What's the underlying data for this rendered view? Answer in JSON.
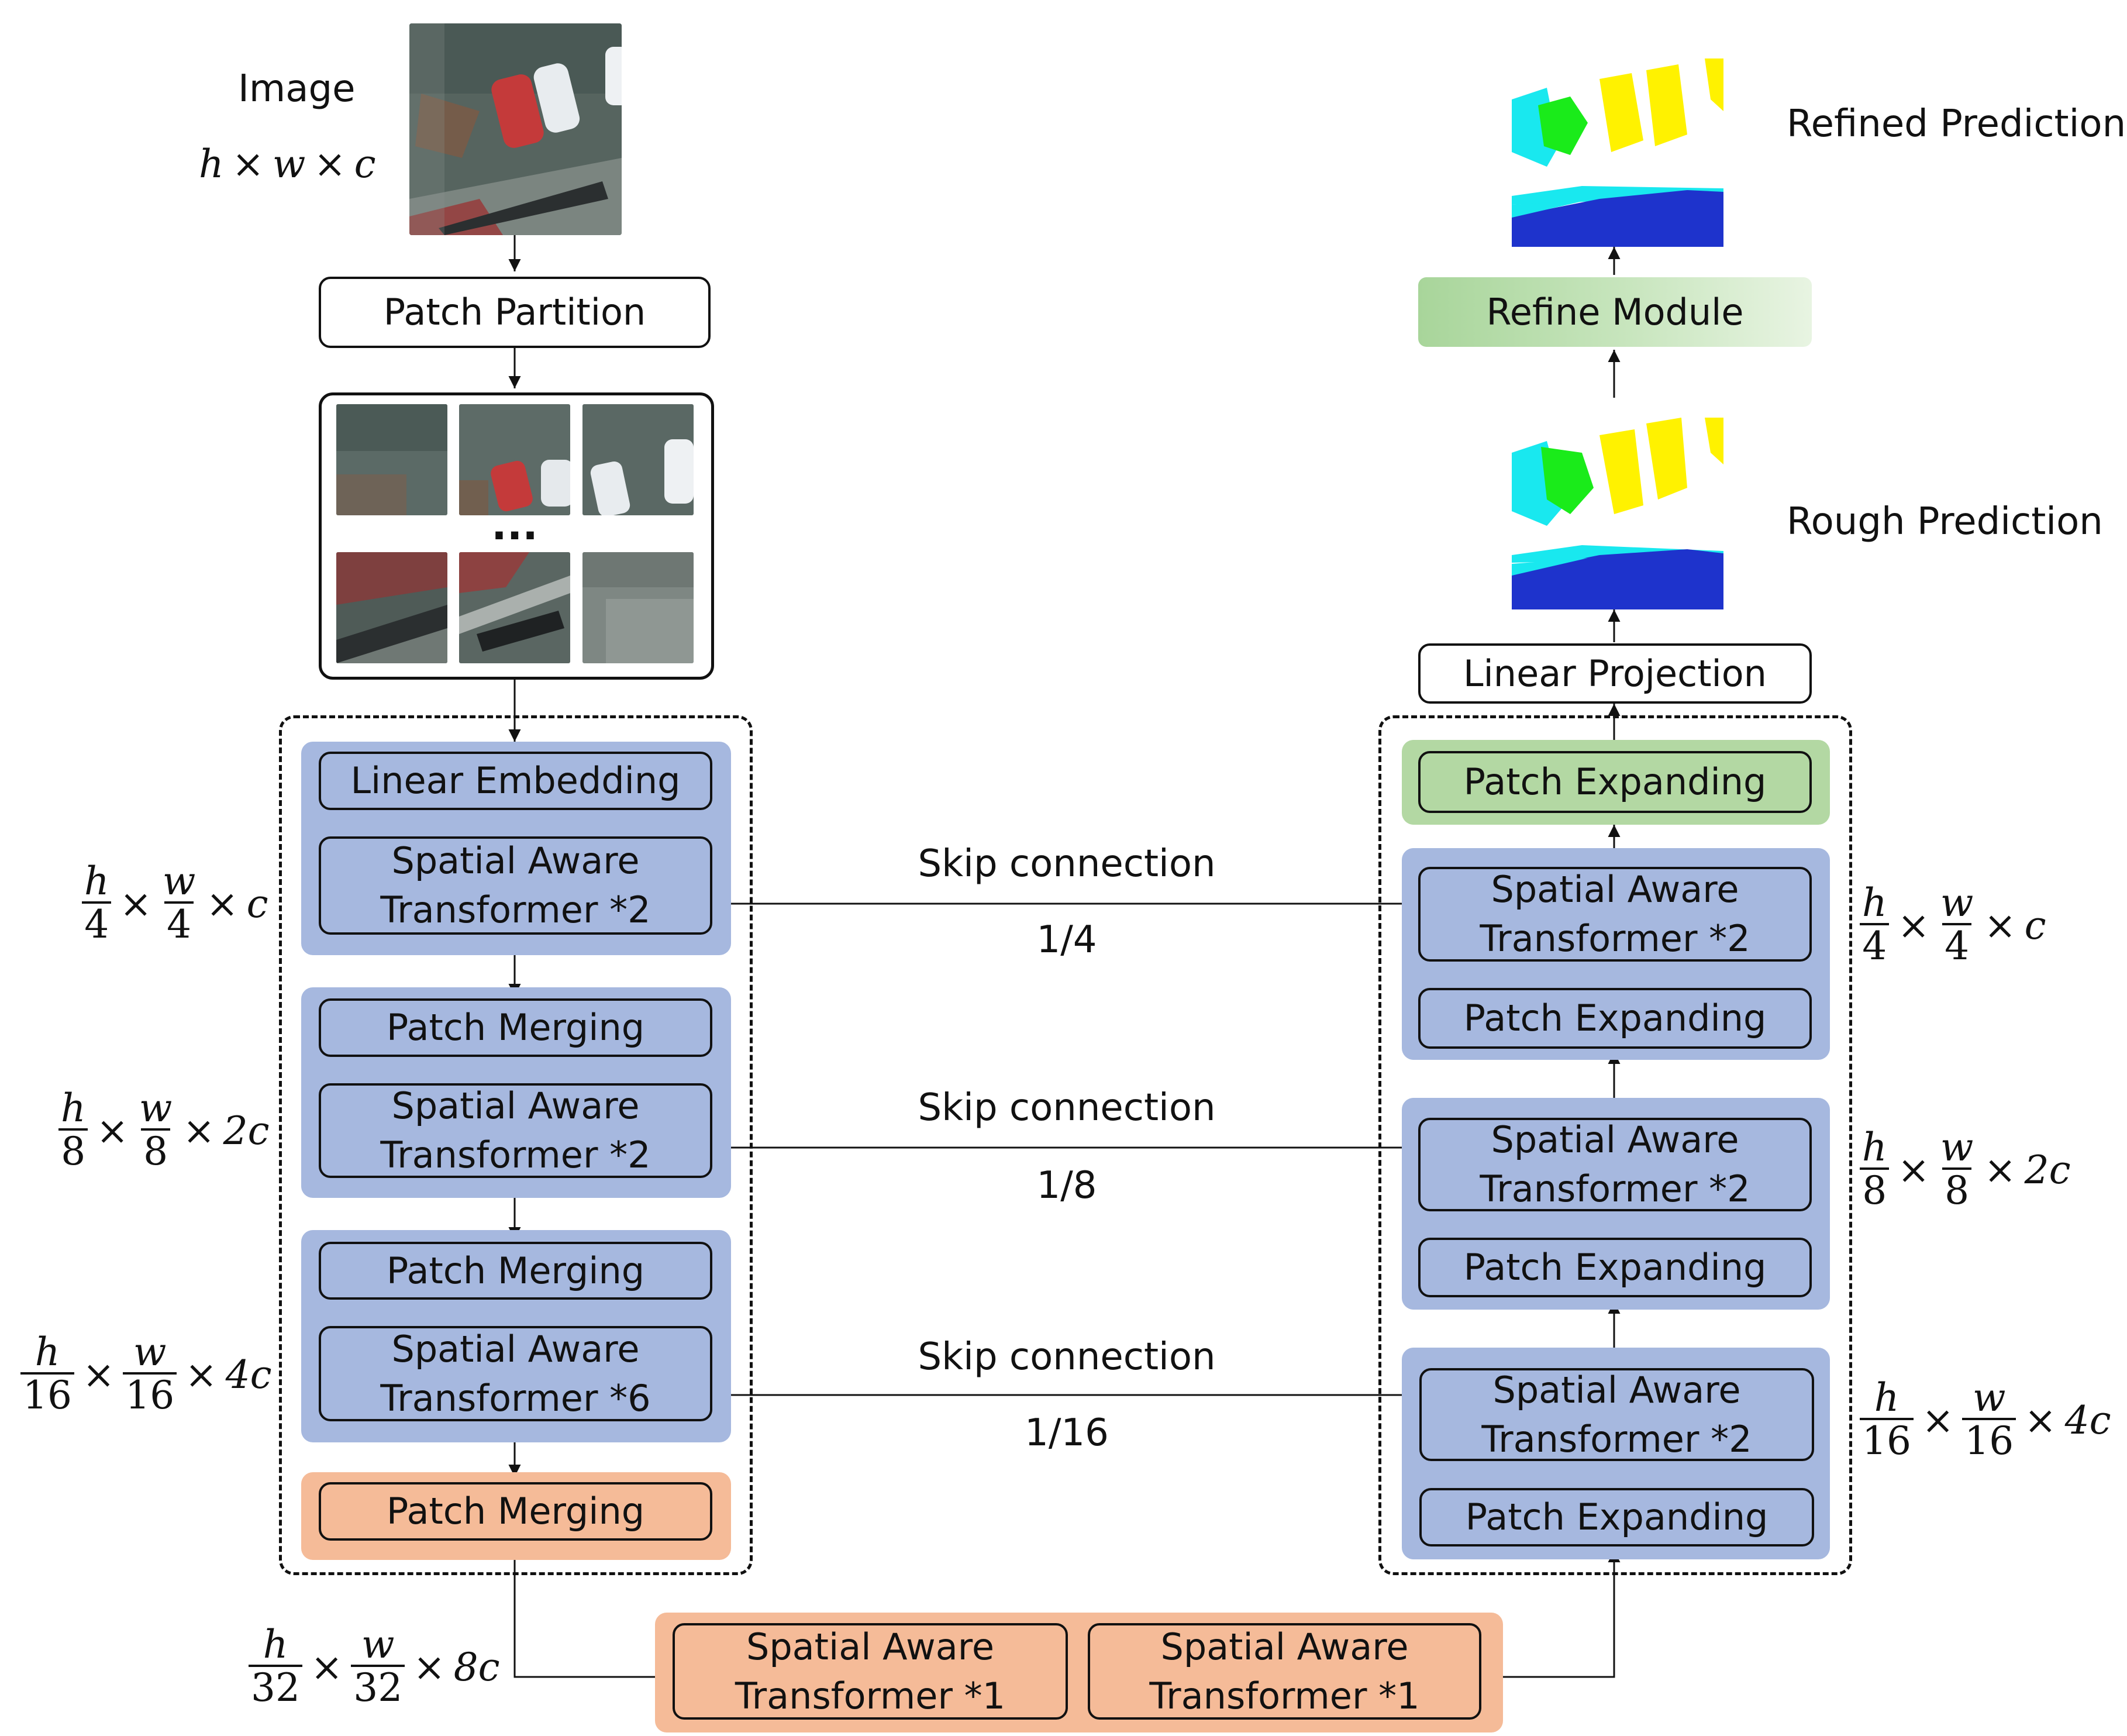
{
  "colors": {
    "encoder_stage": "#a6b8df",
    "bottleneck": "#f5bb98",
    "final_expand": "#b3d8a3",
    "refine_module": "#b9ddb0",
    "seg_cyan": "#19e8ef",
    "seg_yellow": "#fff200",
    "seg_green": "#1aeb1a",
    "seg_blue": "#1e33cc"
  },
  "input": {
    "label": "Image",
    "dims": {
      "a": "h",
      "b": "w",
      "c": "c"
    }
  },
  "patch_partition": "Patch Partition",
  "patch_grid": {
    "ellipsis": "..."
  },
  "encoder": [
    {
      "top": "Linear Embedding",
      "sat": "Spatial Aware Transformer *2",
      "dims": {
        "hn": "h",
        "hd": "4",
        "wn": "w",
        "wd": "4",
        "ch": "c"
      }
    },
    {
      "top": "Patch Merging",
      "sat": "Spatial Aware Transformer *2",
      "dims": {
        "hn": "h",
        "hd": "8",
        "wn": "w",
        "wd": "8",
        "ch": "2c"
      }
    },
    {
      "top": "Patch Merging",
      "sat": "Spatial Aware Transformer *6",
      "dims": {
        "hn": "h",
        "hd": "16",
        "wn": "w",
        "wd": "16",
        "ch": "4c"
      }
    }
  ],
  "encoder_final": "Patch Merging",
  "bottleneck": {
    "dims": {
      "hn": "h",
      "hd": "32",
      "wn": "w",
      "wd": "32",
      "ch": "8c"
    },
    "blocks": [
      "Spatial Aware Transformer *1",
      "Spatial Aware Transformer *1"
    ]
  },
  "skips": [
    {
      "label": "Skip connection",
      "ratio": "1/4"
    },
    {
      "label": "Skip connection",
      "ratio": "1/8"
    },
    {
      "label": "Skip connection",
      "ratio": "1/16"
    }
  ],
  "decoder": [
    {
      "sat": "Spatial Aware Transformer *2",
      "expand": "Patch Expanding",
      "dims": {
        "hn": "h",
        "hd": "4",
        "wn": "w",
        "wd": "4",
        "ch": "c"
      }
    },
    {
      "sat": "Spatial Aware Transformer *2",
      "expand": "Patch Expanding",
      "dims": {
        "hn": "h",
        "hd": "8",
        "wn": "w",
        "wd": "8",
        "ch": "2c"
      }
    },
    {
      "sat": "Spatial Aware Transformer *2",
      "expand": "Patch Expanding",
      "dims": {
        "hn": "h",
        "hd": "16",
        "wn": "w",
        "wd": "16",
        "ch": "4c"
      }
    }
  ],
  "decoder_final": "Patch Expanding",
  "linear_projection": "Linear Projection",
  "rough_prediction": "Rough Prediction",
  "refine_module": "Refine Module",
  "refined_prediction": "Refined Prediction"
}
